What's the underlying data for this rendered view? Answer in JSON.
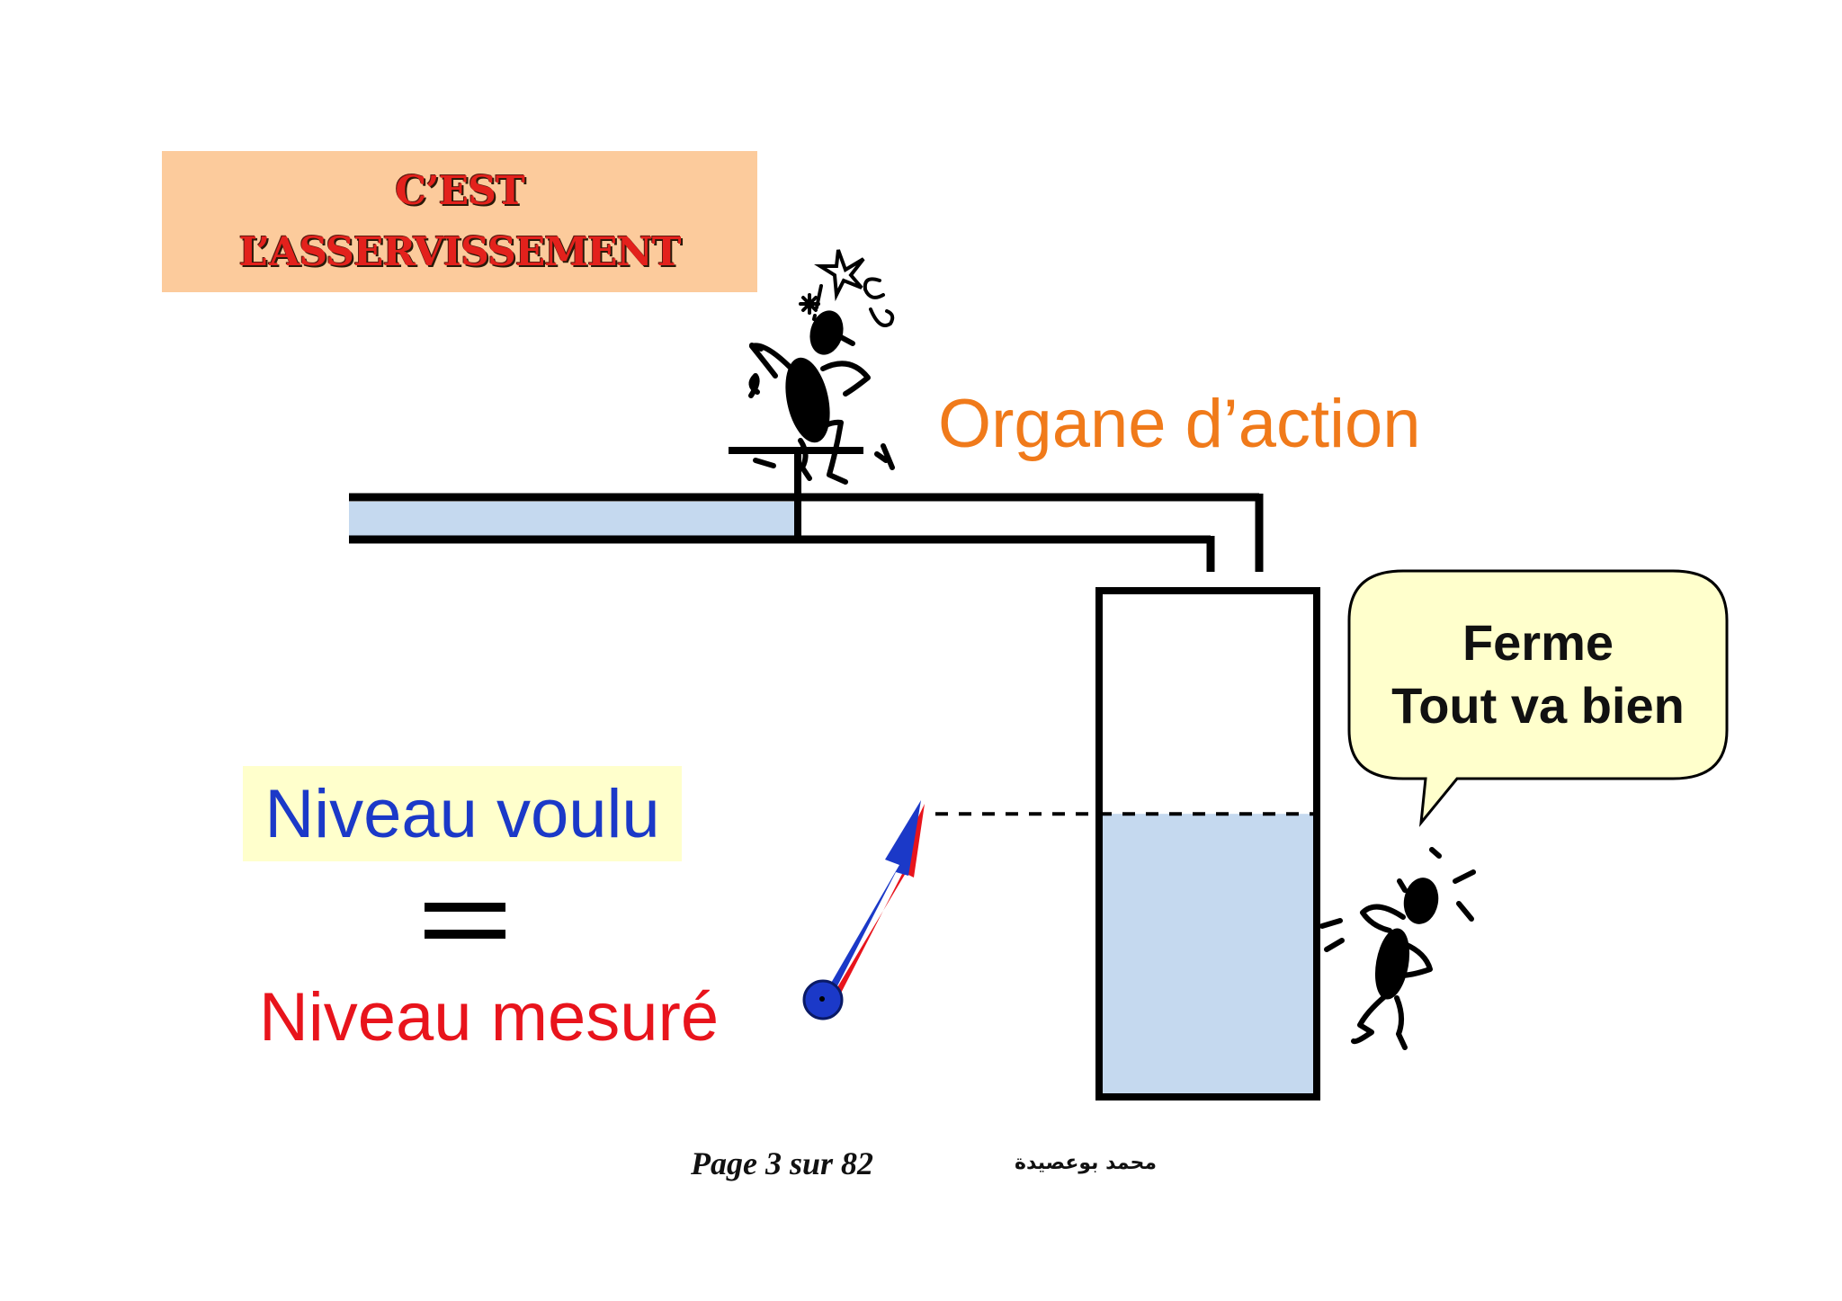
{
  "title": {
    "line1": "C’EST",
    "line2": "L’ASSERVISSEMENT"
  },
  "labels": {
    "organe_action": "Organe d’action",
    "niveau_voulu": "Niveau voulu",
    "niveau_mesure": "Niveau mesuré"
  },
  "speech_bubble": {
    "line1": "Ferme",
    "line2": "Tout va bien"
  },
  "footer": {
    "page": "Page 3 sur 82",
    "author": "محمد بوعصيدة"
  },
  "water_level": 0.56,
  "colors": {
    "title_background": "#fccb9c",
    "title_text": "#e3211c",
    "organe_action": "#f07a1a",
    "niveau_voulu": "#1b39c8",
    "niveau_voulu_background": "#ffffcc",
    "niveau_mesure": "#e8141c",
    "water": "#c5d9ef",
    "bubble_background": "#ffffcc",
    "gauge_needle": "#1b39c8",
    "gauge_needle_shadow": "#e8141c"
  },
  "icons": [
    "stick-figure-at-valve-icon",
    "dizzy-symbols-icon",
    "stick-figure-observer-icon",
    "level-gauge-needle-icon"
  ]
}
